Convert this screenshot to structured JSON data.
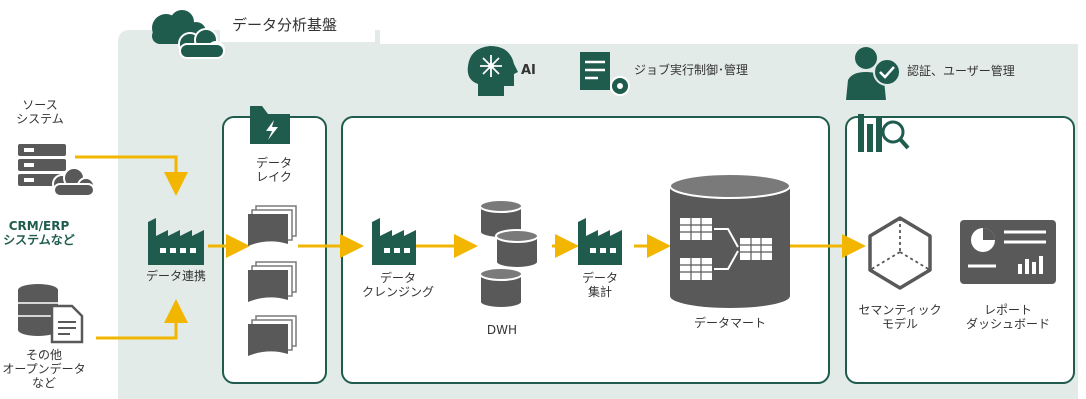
{
  "header": {
    "title": "データ分析基盤"
  },
  "services": {
    "ai": "AI",
    "job": "ジョブ実行制御･管理",
    "auth": "認証、ユーザー管理"
  },
  "sources": {
    "source_system_l1": "ソース",
    "source_system_l2": "システム",
    "crm_l1": "CRM/ERP",
    "crm_l2": "システムなど",
    "other_l1": "その他",
    "other_l2": "オープンデータ",
    "other_l3": "など"
  },
  "integration": {
    "label": "データ連携"
  },
  "datalake": {
    "label_l1": "データ",
    "label_l2": "レイク"
  },
  "dwh_panel": {
    "cleansing_l1": "データ",
    "cleansing_l2": "クレンジング",
    "dwh": "DWH",
    "aggregate_l1": "データ",
    "aggregate_l2": "集計",
    "datamart": "データマート"
  },
  "bi_panel": {
    "semantic_l1": "セマンティック",
    "semantic_l2": "モデル",
    "report_l1": "レポート",
    "report_l2": "ダッシュボード"
  },
  "colors": {
    "platform_bg": "#e3ebe8",
    "dark_green": "#1f5c4e",
    "arrow": "#f2b600",
    "gray": "#595959"
  }
}
